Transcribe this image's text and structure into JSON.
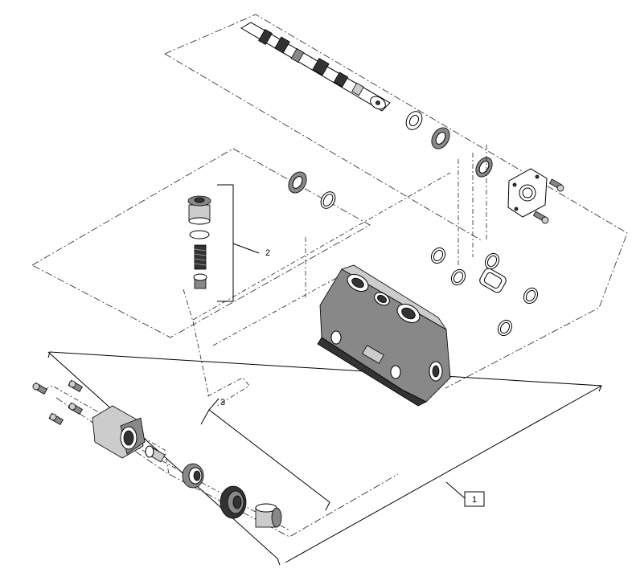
{
  "callouts": {
    "label_1": "1",
    "label_2": "2",
    "label_3": "3"
  }
}
